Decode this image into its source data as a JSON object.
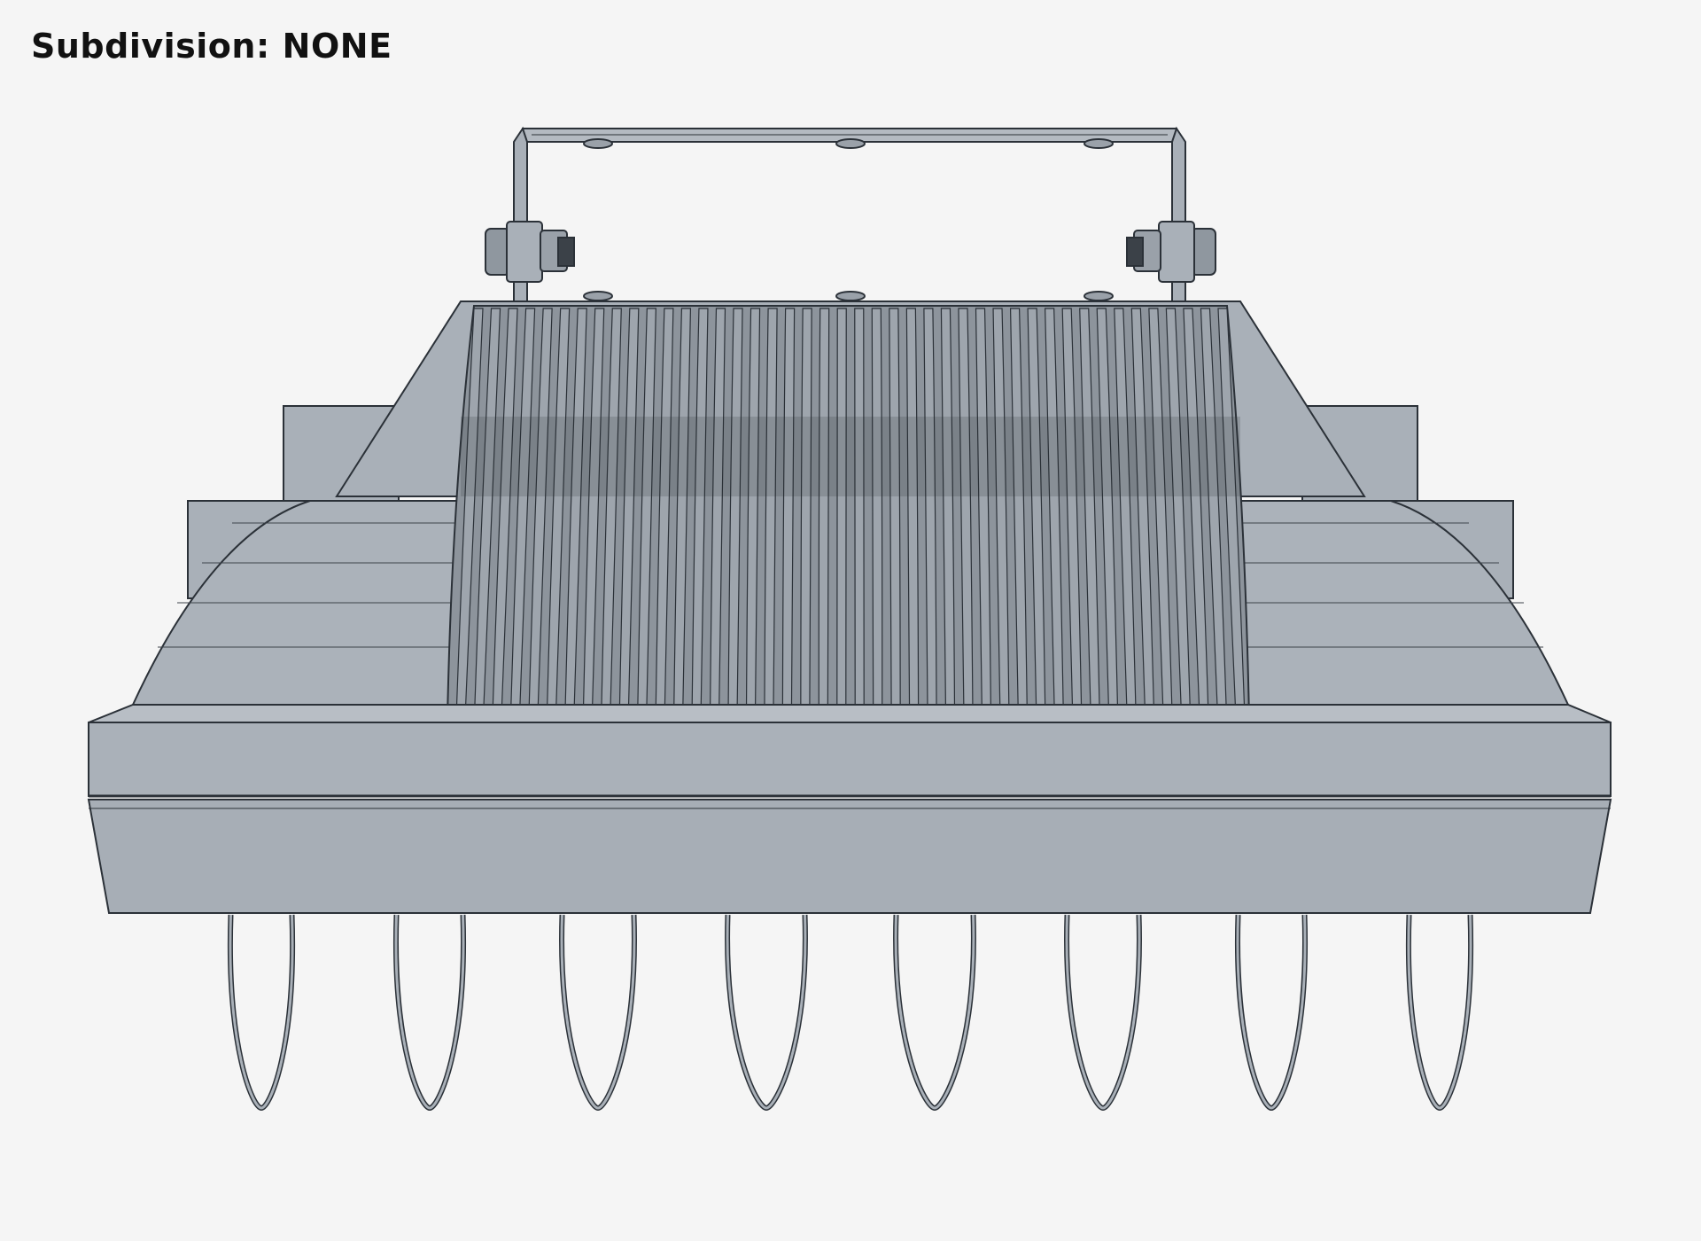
{
  "header": {
    "subdivision_label": "Subdivision:",
    "subdivision_value": "NONE"
  },
  "model": {
    "viewport_background": "#f5f5f5",
    "surface_color": "#a9b0b8",
    "surface_dark": "#8f979f",
    "surface_light": "#bcc2c9",
    "wire_color": "#2b3138",
    "grill_color": "#6d747c",
    "tine_count": 8
  }
}
